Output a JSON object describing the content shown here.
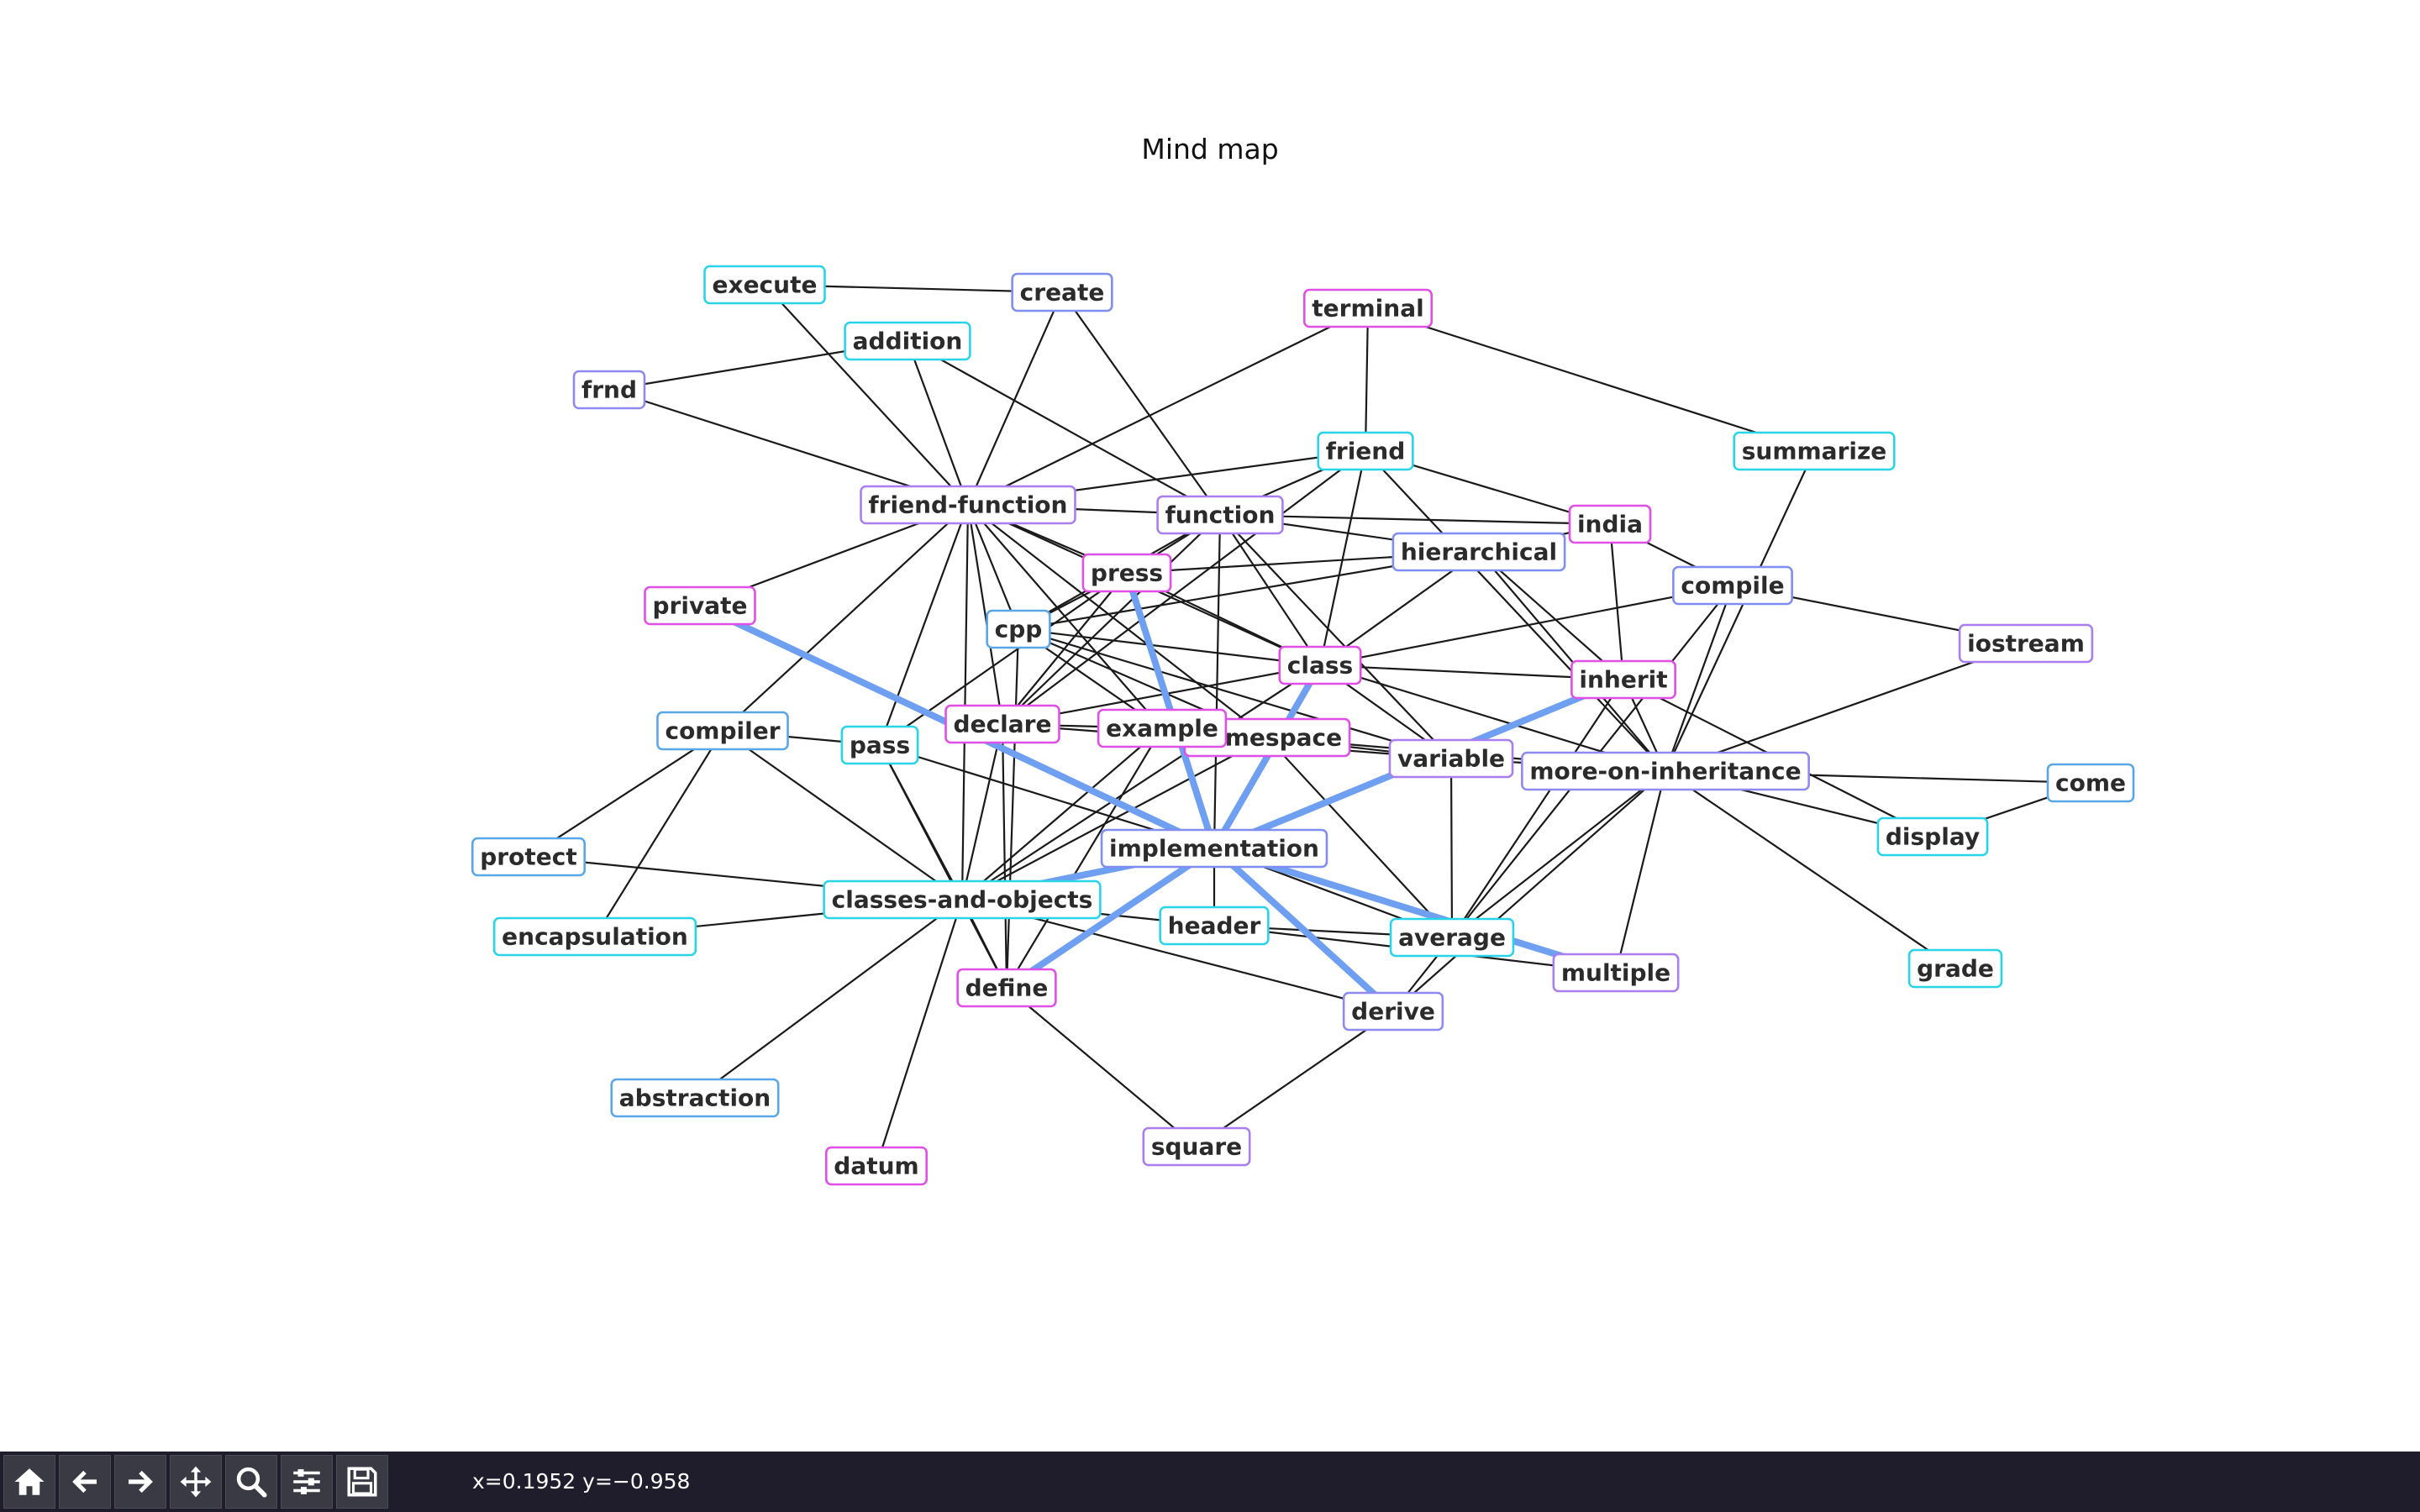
{
  "title": "Mind map",
  "coords_readout": "x=0.1952 y=−0.958",
  "toolbar": [
    {
      "name": "home-icon",
      "label": "Home"
    },
    {
      "name": "back-icon",
      "label": "Back"
    },
    {
      "name": "forward-icon",
      "label": "Forward"
    },
    {
      "name": "pan-icon",
      "label": "Pan"
    },
    {
      "name": "zoom-icon",
      "label": "Zoom"
    },
    {
      "name": "configure-icon",
      "label": "Configure subplots"
    },
    {
      "name": "save-icon",
      "label": "Save"
    }
  ],
  "colors": {
    "edge": "#1a1a1a",
    "highlight_edge": "#6f9ff0",
    "toolbar_bg": "#1f1d2b",
    "cyan": "#2ad4e8",
    "blue": "#5aa7e8",
    "periwinkle": "#7f8ef0",
    "violet": "#a97ef0",
    "magenta": "#e04fe6"
  },
  "nodes": [
    {
      "id": "execute",
      "label": "execute",
      "color": "#2ad4e8"
    },
    {
      "id": "create",
      "label": "create",
      "color": "#7f8ef0"
    },
    {
      "id": "terminal",
      "label": "terminal",
      "color": "#e04fe6"
    },
    {
      "id": "addition",
      "label": "addition",
      "color": "#2ad4e8"
    },
    {
      "id": "frnd",
      "label": "frnd",
      "color": "#8f8af0"
    },
    {
      "id": "friend",
      "label": "friend",
      "color": "#2ad4e8"
    },
    {
      "id": "summarize",
      "label": "summarize",
      "color": "#2ad4e8"
    },
    {
      "id": "friend-function",
      "label": "friend-function",
      "color": "#a97ef0"
    },
    {
      "id": "function",
      "label": "function",
      "color": "#a97ef0"
    },
    {
      "id": "india",
      "label": "india",
      "color": "#e04fe6"
    },
    {
      "id": "hierarchical",
      "label": "hierarchical",
      "color": "#7f8ef0"
    },
    {
      "id": "press",
      "label": "press",
      "color": "#e04fe6"
    },
    {
      "id": "compile",
      "label": "compile",
      "color": "#7f8ef0"
    },
    {
      "id": "private",
      "label": "private",
      "color": "#e04fe6"
    },
    {
      "id": "cpp",
      "label": "cpp",
      "color": "#5aa7e8"
    },
    {
      "id": "iostream",
      "label": "iostream",
      "color": "#a97ef0"
    },
    {
      "id": "class",
      "label": "class",
      "color": "#e04fe6"
    },
    {
      "id": "inherit",
      "label": "inherit",
      "color": "#e04fe6"
    },
    {
      "id": "compiler",
      "label": "compiler",
      "color": "#5aa7e8"
    },
    {
      "id": "declare",
      "label": "declare",
      "color": "#e04fe6"
    },
    {
      "id": "namespace",
      "label": "namespace",
      "color": "#e04fe6"
    },
    {
      "id": "example",
      "label": "example",
      "color": "#e04fe6"
    },
    {
      "id": "pass",
      "label": "pass",
      "color": "#2ad4e8"
    },
    {
      "id": "variable",
      "label": "variable",
      "color": "#a97ef0"
    },
    {
      "id": "more-on-inheritance",
      "label": "more-on-inheritance",
      "color": "#8f8af0"
    },
    {
      "id": "come",
      "label": "come",
      "color": "#5aa7e8"
    },
    {
      "id": "display",
      "label": "display",
      "color": "#2ad4e8"
    },
    {
      "id": "implementation",
      "label": "implementation",
      "color": "#7f8ef0"
    },
    {
      "id": "protect",
      "label": "protect",
      "color": "#5aa7e8"
    },
    {
      "id": "classes-and-objects",
      "label": "classes-and-objects",
      "color": "#2ad4e8"
    },
    {
      "id": "header",
      "label": "header",
      "color": "#2ad4e8"
    },
    {
      "id": "average",
      "label": "average",
      "color": "#2ad4e8"
    },
    {
      "id": "encapsulation",
      "label": "encapsulation",
      "color": "#2ad4e8"
    },
    {
      "id": "multiple",
      "label": "multiple",
      "color": "#a97ef0"
    },
    {
      "id": "grade",
      "label": "grade",
      "color": "#2ad4e8"
    },
    {
      "id": "define",
      "label": "define",
      "color": "#e04fe6"
    },
    {
      "id": "derive",
      "label": "derive",
      "color": "#8f8af0"
    },
    {
      "id": "abstraction",
      "label": "abstraction",
      "color": "#5aa7e8"
    },
    {
      "id": "square",
      "label": "square",
      "color": "#a97ef0"
    },
    {
      "id": "datum",
      "label": "datum",
      "color": "#e04fe6"
    }
  ],
  "edges": [
    [
      "execute",
      "create"
    ],
    [
      "execute",
      "friend-function"
    ],
    [
      "create",
      "friend-function"
    ],
    [
      "create",
      "function"
    ],
    [
      "addition",
      "frnd"
    ],
    [
      "addition",
      "friend-function"
    ],
    [
      "addition",
      "function"
    ],
    [
      "frnd",
      "friend-function"
    ],
    [
      "terminal",
      "friend"
    ],
    [
      "terminal",
      "summarize"
    ],
    [
      "terminal",
      "friend-function"
    ],
    [
      "summarize",
      "more-on-inheritance"
    ],
    [
      "friend-function",
      "friend"
    ],
    [
      "friend-function",
      "function"
    ],
    [
      "friend-function",
      "press"
    ],
    [
      "friend-function",
      "cpp"
    ],
    [
      "friend-function",
      "class"
    ],
    [
      "friend-function",
      "declare"
    ],
    [
      "friend-function",
      "example"
    ],
    [
      "friend-function",
      "namespace"
    ],
    [
      "friend-function",
      "compiler"
    ],
    [
      "friend-function",
      "pass"
    ],
    [
      "friend-function",
      "private"
    ],
    [
      "friend-function",
      "classes-and-objects"
    ],
    [
      "friend",
      "function"
    ],
    [
      "friend",
      "india"
    ],
    [
      "friend",
      "class"
    ],
    [
      "friend",
      "more-on-inheritance"
    ],
    [
      "friend",
      "declare"
    ],
    [
      "function",
      "india"
    ],
    [
      "function",
      "hierarchical"
    ],
    [
      "function",
      "cpp"
    ],
    [
      "function",
      "press"
    ],
    [
      "function",
      "class"
    ],
    [
      "function",
      "variable"
    ],
    [
      "function",
      "implementation"
    ],
    [
      "function",
      "declare"
    ],
    [
      "india",
      "compile"
    ],
    [
      "india",
      "inherit"
    ],
    [
      "india",
      "hierarchical"
    ],
    [
      "hierarchical",
      "press"
    ],
    [
      "hierarchical",
      "cpp"
    ],
    [
      "hierarchical",
      "class"
    ],
    [
      "hierarchical",
      "inherit"
    ],
    [
      "hierarchical",
      "more-on-inheritance"
    ],
    [
      "press",
      "cpp"
    ],
    [
      "press",
      "class"
    ],
    [
      "press",
      "declare"
    ],
    [
      "press",
      "pass"
    ],
    [
      "compile",
      "iostream"
    ],
    [
      "compile",
      "class"
    ],
    [
      "compile",
      "more-on-inheritance"
    ],
    [
      "compile",
      "average"
    ],
    [
      "iostream",
      "more-on-inheritance"
    ],
    [
      "cpp",
      "class"
    ],
    [
      "cpp",
      "example"
    ],
    [
      "cpp",
      "namespace"
    ],
    [
      "cpp",
      "define"
    ],
    [
      "cpp",
      "variable"
    ],
    [
      "class",
      "inherit"
    ],
    [
      "class",
      "declare"
    ],
    [
      "class",
      "variable"
    ],
    [
      "class",
      "more-on-inheritance"
    ],
    [
      "class",
      "classes-and-objects"
    ],
    [
      "inherit",
      "more-on-inheritance"
    ],
    [
      "inherit",
      "display"
    ],
    [
      "inherit",
      "average"
    ],
    [
      "compiler",
      "pass"
    ],
    [
      "compiler",
      "protect"
    ],
    [
      "compiler",
      "encapsulation"
    ],
    [
      "compiler",
      "classes-and-objects"
    ],
    [
      "declare",
      "example"
    ],
    [
      "declare",
      "classes-and-objects"
    ],
    [
      "declare",
      "define"
    ],
    [
      "declare",
      "variable"
    ],
    [
      "example",
      "classes-and-objects"
    ],
    [
      "example",
      "define"
    ],
    [
      "namespace",
      "variable"
    ],
    [
      "namespace",
      "classes-and-objects"
    ],
    [
      "namespace",
      "more-on-inheritance"
    ],
    [
      "namespace",
      "average"
    ],
    [
      "pass",
      "implementation"
    ],
    [
      "pass",
      "classes-and-objects"
    ],
    [
      "pass",
      "define"
    ],
    [
      "variable",
      "more-on-inheritance"
    ],
    [
      "variable",
      "average"
    ],
    [
      "more-on-inheritance",
      "come"
    ],
    [
      "more-on-inheritance",
      "display"
    ],
    [
      "more-on-inheritance",
      "grade"
    ],
    [
      "more-on-inheritance",
      "multiple"
    ],
    [
      "more-on-inheritance",
      "derive"
    ],
    [
      "more-on-inheritance",
      "average"
    ],
    [
      "come",
      "display"
    ],
    [
      "implementation",
      "classes-and-objects"
    ],
    [
      "implementation",
      "header"
    ],
    [
      "implementation",
      "derive"
    ],
    [
      "implementation",
      "average"
    ],
    [
      "protect",
      "classes-and-objects"
    ],
    [
      "classes-and-objects",
      "encapsulation"
    ],
    [
      "classes-and-objects",
      "header"
    ],
    [
      "classes-and-objects",
      "define"
    ],
    [
      "classes-and-objects",
      "derive"
    ],
    [
      "classes-and-objects",
      "abstraction"
    ],
    [
      "classes-and-objects",
      "datum"
    ],
    [
      "header",
      "average"
    ],
    [
      "header",
      "multiple"
    ],
    [
      "average",
      "derive"
    ],
    [
      "define",
      "square"
    ],
    [
      "square",
      "derive"
    ]
  ],
  "highlight_edges": [
    [
      "private",
      "implementation"
    ],
    [
      "press",
      "implementation"
    ],
    [
      "class",
      "implementation"
    ],
    [
      "inherit",
      "implementation"
    ],
    [
      "implementation",
      "multiple"
    ],
    [
      "implementation",
      "derive"
    ],
    [
      "implementation",
      "define"
    ],
    [
      "implementation",
      "classes-and-objects"
    ]
  ]
}
